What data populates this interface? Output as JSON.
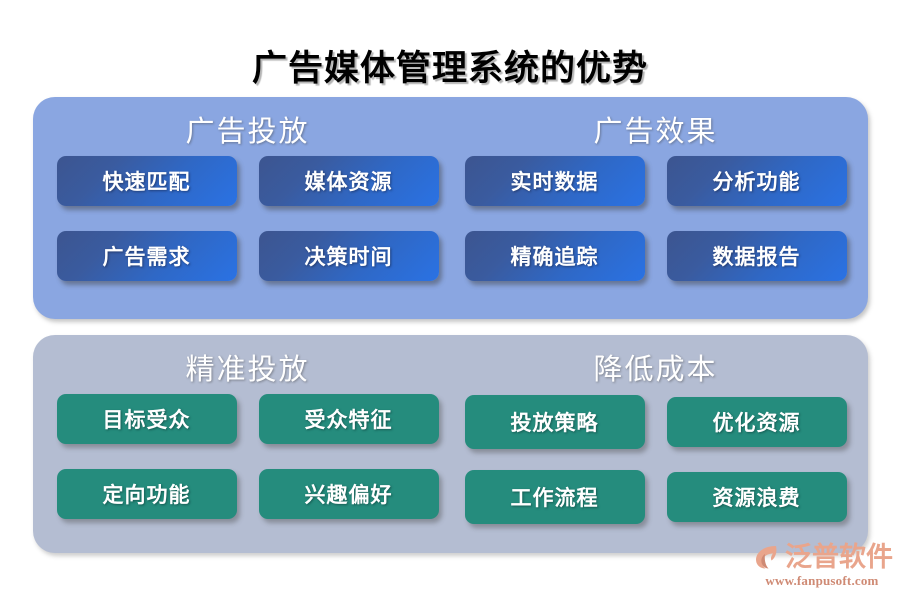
{
  "title": "广告媒体管理系统的优势",
  "colors": {
    "panel_top_bg": "#8aa6e1",
    "panel_bottom_bg": "#b4bdd2",
    "card_blue_from": "#3c5590",
    "card_blue_to": "#2a72e4",
    "card_green": "#258c7d",
    "title_text": "#000000",
    "header_text": "#ffffff",
    "card_text": "#ffffff",
    "watermark_name": "#e9a58c",
    "watermark_url": "#cf8a74"
  },
  "panels": [
    {
      "id": "advertising-panel",
      "groups": [
        {
          "id": "ad-delivery",
          "header": "广告投放",
          "cards": [
            "快速匹配",
            "媒体资源",
            "广告需求",
            "决策时间"
          ]
        },
        {
          "id": "ad-effect",
          "header": "广告效果",
          "cards": [
            "实时数据",
            "分析功能",
            "精确追踪",
            "数据报告"
          ]
        }
      ]
    },
    {
      "id": "targeting-panel",
      "groups": [
        {
          "id": "precise-delivery",
          "header": "精准投放",
          "cards": [
            "目标受众",
            "受众特征",
            "定向功能",
            "兴趣偏好"
          ]
        },
        {
          "id": "cost-reduction",
          "header": "降低成本",
          "cards": [
            "投放策略",
            "优化资源",
            "工作流程",
            "资源浪费"
          ]
        }
      ]
    }
  ],
  "watermark": {
    "icon": "fanpu-logo-icon",
    "name": "泛普软件",
    "url": "www.fanpusoft.com"
  }
}
